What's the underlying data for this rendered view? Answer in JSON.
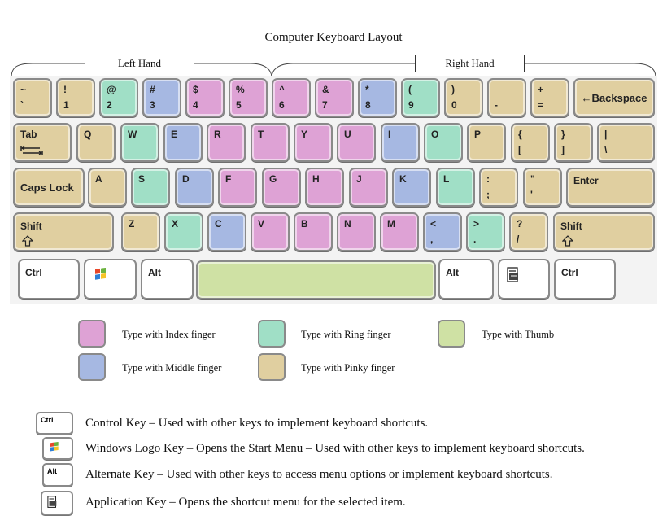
{
  "title": "Computer Keyboard Layout",
  "hands": {
    "left": "Left  Hand",
    "right": "Right  Hand"
  },
  "colors": {
    "index": "#dea2d5",
    "middle": "#a6b8e2",
    "ring": "#a0dfc6",
    "pinky": "#e0cfa0",
    "thumb": "#cfe1a4",
    "border": "#8a8a8a"
  },
  "keys": {
    "tilde": {
      "top": "~",
      "bottom": "`"
    },
    "k1": {
      "top": "!",
      "bottom": "1"
    },
    "k2": {
      "top": "@",
      "bottom": "2"
    },
    "k3": {
      "top": "#",
      "bottom": "3"
    },
    "k4": {
      "top": "$",
      "bottom": "4"
    },
    "k5": {
      "top": "%",
      "bottom": "5"
    },
    "k6": {
      "top": "^",
      "bottom": "6"
    },
    "k7": {
      "top": "&",
      "bottom": "7"
    },
    "k8": {
      "top": "*",
      "bottom": "8"
    },
    "k9": {
      "top": "(",
      "bottom": "9"
    },
    "k0": {
      "top": ")",
      "bottom": "0"
    },
    "minus": {
      "top": "_",
      "bottom": "-"
    },
    "equals": {
      "top": "+",
      "bottom": "="
    },
    "backspace": "Backspace",
    "tab": "Tab",
    "q": "Q",
    "w": "W",
    "e": "E",
    "r": "R",
    "t": "T",
    "y": "Y",
    "u": "U",
    "i": "I",
    "o": "O",
    "p": "P",
    "lbracket": {
      "top": "{",
      "bottom": "["
    },
    "rbracket": {
      "top": "}",
      "bottom": "]"
    },
    "backslash": {
      "top": "|",
      "bottom": "\\"
    },
    "capslock": "Caps Lock",
    "a": "A",
    "s": "S",
    "d": "D",
    "f": "F",
    "g": "G",
    "h": "H",
    "j": "J",
    "k": "K",
    "l": "L",
    "semicolon": {
      "top": ":",
      "bottom": ";"
    },
    "quote": {
      "top": "\"",
      "bottom": "'"
    },
    "enter": "Enter",
    "lshift": "Shift",
    "z": "Z",
    "x": "X",
    "c": "C",
    "v": "V",
    "b": "B",
    "n": "N",
    "m": "M",
    "comma": {
      "top": "<",
      "bottom": ","
    },
    "period": {
      "top": ">",
      "bottom": "."
    },
    "slash": {
      "top": "?",
      "bottom": "/"
    },
    "rshift": "Shift",
    "lctrl": "Ctrl",
    "lalt": "Alt",
    "ralt": "Alt",
    "rctrl": "Ctrl"
  },
  "legend": {
    "index": "Type with Index finger",
    "middle": "Type with Middle finger",
    "ring": "Type with Ring finger",
    "pinky": "Type with Pinky finger",
    "thumb": "Type with Thumb"
  },
  "descriptions": {
    "ctrl_key": "Ctrl",
    "ctrl": "Control Key – Used with other keys to implement  keyboard shortcuts.",
    "win": "Windows Logo Key – Opens the Start Menu – Used with other keys to implement  keyboard shortcuts.",
    "alt_key": "Alt",
    "alt": "Alternate  Key – Used with other keys to access menu options or implement  keyboard shortcuts.",
    "app": "Application Key – Opens the shortcut menu  for the selected item."
  }
}
